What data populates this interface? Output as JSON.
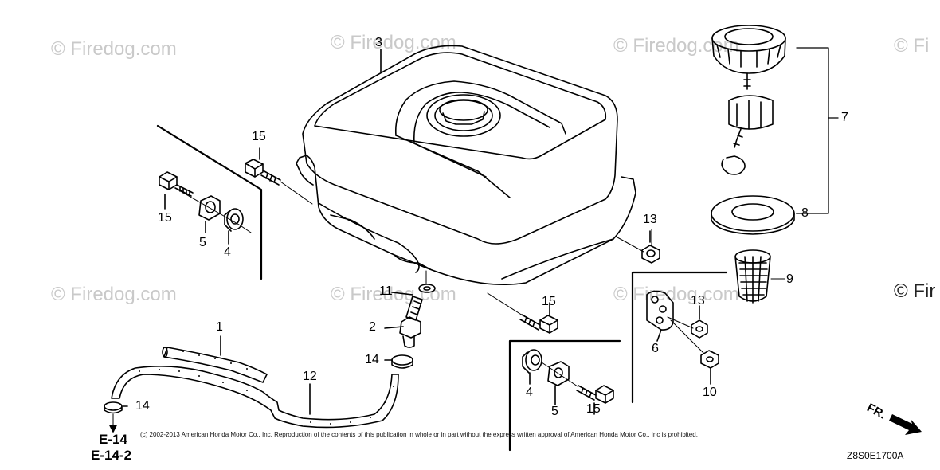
{
  "watermark": {
    "text": "© Firedog.com",
    "partial_1": "© Fi",
    "partial_2": "© Fir"
  },
  "callouts": {
    "c1": "1",
    "c2": "2",
    "c3": "3",
    "c4a": "4",
    "c4b": "4",
    "c5a": "5",
    "c5b": "5",
    "c6": "6",
    "c7": "7",
    "c8": "8",
    "c9": "9",
    "c10": "10",
    "c11": "11",
    "c12": "12",
    "c13a": "13",
    "c13b": "13",
    "c14a": "14",
    "c14b": "14",
    "c15a": "15",
    "c15b": "15",
    "c15c": "15",
    "c15d": "15"
  },
  "references": {
    "e14": "E-14",
    "e142": "E-14-2"
  },
  "copyright": "(c) 2002-2013 American Honda Motor Co., Inc. Reproduction of the contents of this publication in whole or in part without the express written approval of American Honda Motor Co., Inc is prohibited.",
  "diagram_code": "Z8S0E1700A",
  "direction": "FR."
}
